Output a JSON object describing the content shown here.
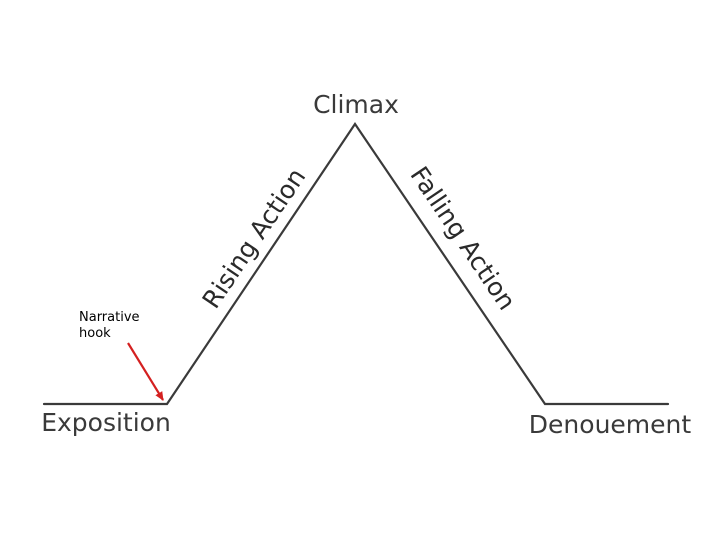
{
  "diagram": {
    "stages": {
      "exposition": "Exposition",
      "rising_action": "Rising Action",
      "climax": "Climax",
      "falling_action": "Falling Action",
      "denouement": "Denouement"
    },
    "annotation": {
      "line1": "Narrative",
      "line2": "hook",
      "arrow_color": "#d42020"
    },
    "line_color": "#3a3a3a"
  }
}
